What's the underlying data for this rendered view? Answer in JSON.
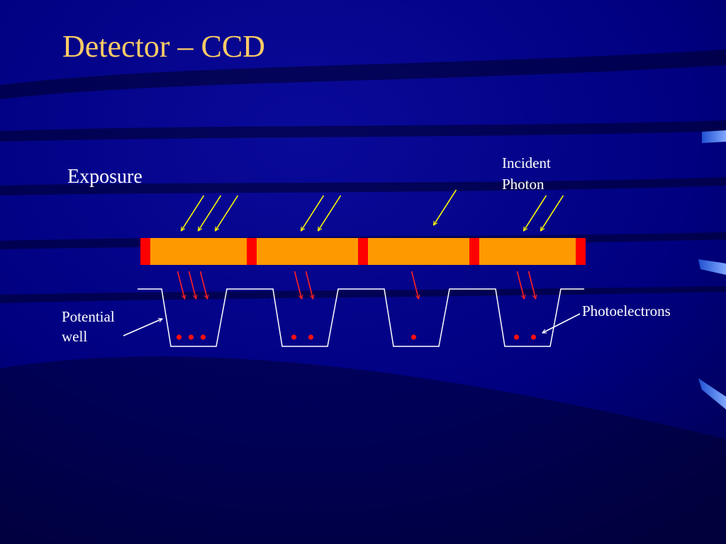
{
  "slide": {
    "title": "Detector – CCD",
    "section_label": "Exposure"
  },
  "labels": {
    "incident_photon": "Incident\nPhoton",
    "potential_well": "Potential\nwell",
    "photoelectrons": "Photoelectrons"
  },
  "pixels": [
    {
      "photons": 3,
      "photoelectrons": 3
    },
    {
      "photons": 2,
      "photoelectrons": 2
    },
    {
      "photons": 1,
      "photoelectrons": 1
    },
    {
      "photons": 2,
      "photoelectrons": 2
    }
  ],
  "colors": {
    "background": "#00007a",
    "title": "#ffcc66",
    "sensor_strip": "#ff9900",
    "electrode": "#ff0000",
    "photon_arrow": "#ffff00",
    "electron_arrow": "#ff2020",
    "electron_dot": "#ff1010",
    "well_outline": "#ffffff"
  }
}
